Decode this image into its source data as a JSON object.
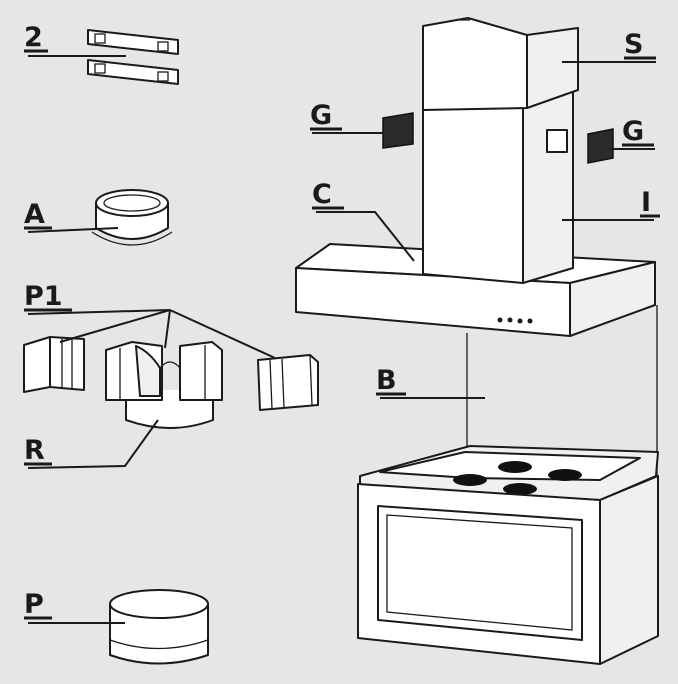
{
  "labels": {
    "two": "2",
    "a": "A",
    "p1": "P1",
    "r": "R",
    "p": "P",
    "g_left": "G",
    "g_right": "G",
    "s": "S",
    "c": "C",
    "i": "I",
    "b": "B"
  }
}
